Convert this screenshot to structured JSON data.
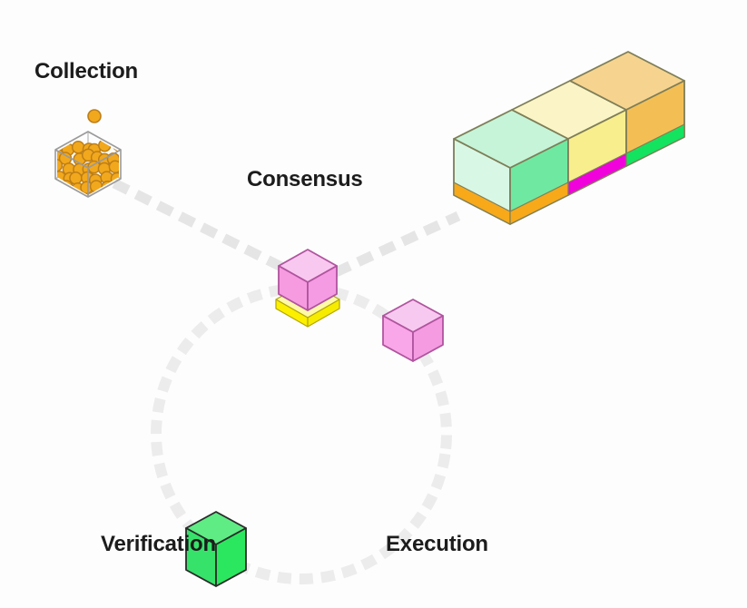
{
  "stages": {
    "collection": {
      "label": "Collection"
    },
    "consensus": {
      "label": "Consensus"
    },
    "verification": {
      "label": "Verification"
    },
    "execution": {
      "label": "Execution"
    }
  },
  "collection": {
    "sphere_count": 42
  },
  "colors": {
    "background": "#fdfdfd",
    "label_text": "#1c1c1c",
    "cycle_dash": "#ececec",
    "line_dash": "#e5e5e5",
    "sphere_fill": "#f2a81c",
    "sphere_stroke": "#bd7e17",
    "wireframe_stroke": "#9a9a9a",
    "consensus_cube": {
      "top": "#f9c8f0",
      "left": "#f79be1",
      "right": "#f59be3",
      "outline": "#b0549e"
    },
    "base_slab": {
      "top": "#fdf9a6",
      "left": "#fcf000",
      "right": "#f6ec00",
      "outline": "#b3a606"
    },
    "execution_cube": {
      "top": "#f7c9f0",
      "left": "#f9a7e8",
      "right": "#f49be2",
      "outline": "#b0549e"
    },
    "verification_cube": {
      "top": "#5fec85",
      "left": "#37e26a",
      "right": "#2be75f",
      "outline": "#2a2a2a"
    },
    "chain_outline": "#7e7e58",
    "chain_blocks": [
      {
        "name": "block-green",
        "top": "#c6f4d8",
        "end": "#d8f8e5",
        "front": "#6fe9a1",
        "stripe": "#f7a91a"
      },
      {
        "name": "block-yellow",
        "top": "#fbf4c6",
        "front": "#f9ee8d",
        "stripe": "#f101dc"
      },
      {
        "name": "block-orange",
        "top": "#f6d490",
        "front": "#f3bf55",
        "stripe": "#13e35f"
      }
    ]
  }
}
